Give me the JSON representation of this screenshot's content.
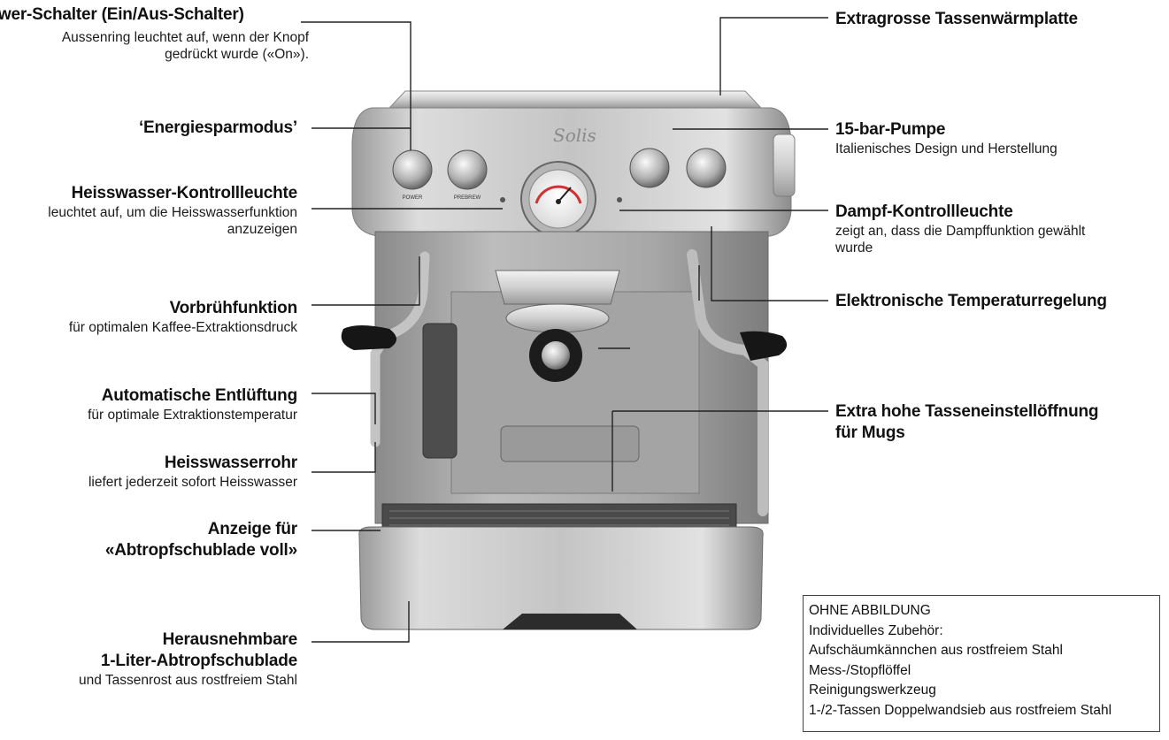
{
  "callouts_left": [
    {
      "title": "Power-Schalter (Ein/Aus-Schalter)",
      "desc": [
        "Aussenring leuchtet auf, wenn der Knopf",
        "gedrückt wurde («On»)."
      ]
    },
    {
      "title": "‘Energiesparmodus’",
      "desc": []
    },
    {
      "title": "Heisswasser-Kontrollleuchte",
      "desc": [
        "leuchtet auf, um die Heisswasserfunktion",
        "anzuzeigen"
      ]
    },
    {
      "title": "Vorbrühfunktion",
      "desc": [
        "für optimalen Kaffee-Extraktionsdruck"
      ]
    },
    {
      "title": "Automatische Entlüftung",
      "desc": [
        "für optimale Extraktionstemperatur"
      ]
    },
    {
      "title": "Heisswasserrohr",
      "desc": [
        "liefert jederzeit sofort Heisswasser"
      ]
    },
    {
      "title": "Anzeige für",
      "title2": "«Abtropfschublade voll»",
      "desc": []
    },
    {
      "title": "Herausnehmbare",
      "title2": "1-Liter-Abtropfschublade",
      "desc": [
        "und Tassenrost aus rostfreiem Stahl"
      ]
    }
  ],
  "callouts_right": [
    {
      "title": "Extragrosse Tassenwärmplatte",
      "desc": []
    },
    {
      "title": "15-bar-Pumpe",
      "desc": [
        "Italienisches Design und Herstellung"
      ]
    },
    {
      "title": "Dampf-Kontrollleuchte",
      "desc": [
        "zeigt an, dass die Dampffunktion gewählt",
        "wurde"
      ]
    },
    {
      "title": "Elektronische Temperaturregelung",
      "desc": []
    },
    {
      "title": "Extra hohe Tasseneinstellöffnung",
      "title2": "für Mugs",
      "desc": []
    }
  ],
  "box": {
    "heading": "OHNE ABBILDUNG",
    "lines": [
      "Individuelles Zubehör:",
      "Aufschäumkännchen aus rostfreiem Stahl",
      "Mess-/Stopflöffel",
      "Reinigungswerkzeug",
      "1-/2-Tassen Doppelwandsieb aus rostfreiem Stahl"
    ]
  },
  "machine": {
    "brand": "Solis",
    "button_labels": [
      "POWER",
      "PREBREW"
    ],
    "colors": {
      "steel_light": "#e6e6e6",
      "steel_mid": "#b9b9b9",
      "steel_dark": "#7a7a7a",
      "handle": "#1a1a1a"
    }
  }
}
